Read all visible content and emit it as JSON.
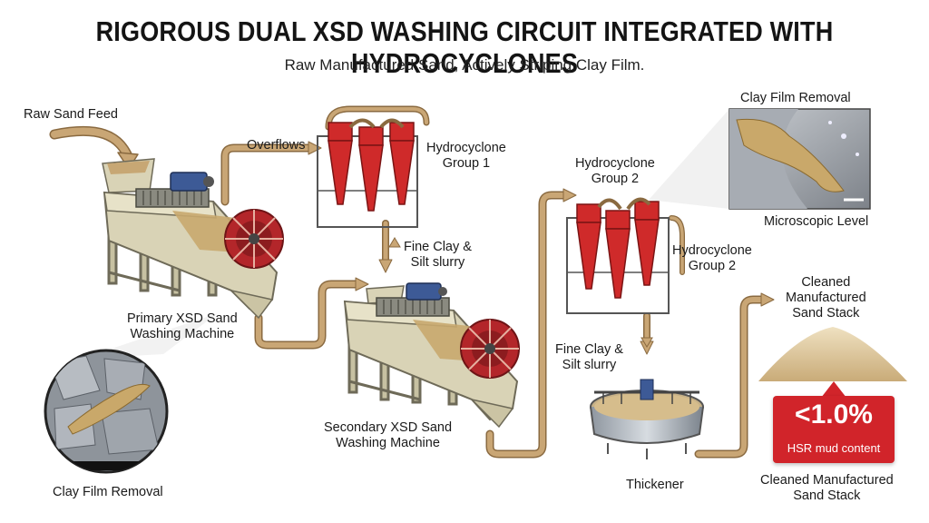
{
  "title": "RIGOROUS DUAL XSD WASHING CIRCUIT INTEGRATED WITH HYDROCYCLONES",
  "subtitle": "Raw Manufactured Sand, Actively Striping Clay Film.",
  "labels": {
    "raw_sand_feed": "Raw Sand Feed",
    "overflows": "Overflows",
    "hydrocyclone_group_1": [
      "Hydrocyclone",
      "Group 1"
    ],
    "fine_clay_1": [
      "Fine Clay &",
      "Silt slurry"
    ],
    "primary_machine": [
      "Primary XSD Sand",
      "Washing Machine"
    ],
    "secondary_machine": [
      "Secondary XSD Sand",
      "Washing Machine"
    ],
    "hydrocyclone_group_2_top": [
      "Hydrocyclone",
      "Group 2"
    ],
    "hydrocyclone_group_2_side": [
      "Hydrocyclone",
      "Group 2"
    ],
    "fine_clay_2": [
      "Fine Clay &",
      "Silt slurry"
    ],
    "thickener": "Thickener",
    "clay_film_removal_top": "Clay Film Removal",
    "microscopic_level": "Microscopic Level",
    "clay_film_removal_bottom": "Clay Film Removal",
    "cleaned_stack_top": [
      "Cleaned",
      "Manufactured",
      "Sand Stack"
    ],
    "cleaned_stack_bottom": [
      "Cleaned Manufactured",
      "Sand Stack"
    ]
  },
  "badge": {
    "value": "<1.0%",
    "caption": "HSR mud content"
  },
  "colors": {
    "pipe": "#c9a675",
    "pipe_edge": "#8a6a40",
    "machine": "#d9d3b6",
    "machine_edge": "#6e6a58",
    "wheel": "#b3262a",
    "cyclone": "#cf2a2a",
    "badge": "#d1242a",
    "sand": "#dcc59a"
  }
}
